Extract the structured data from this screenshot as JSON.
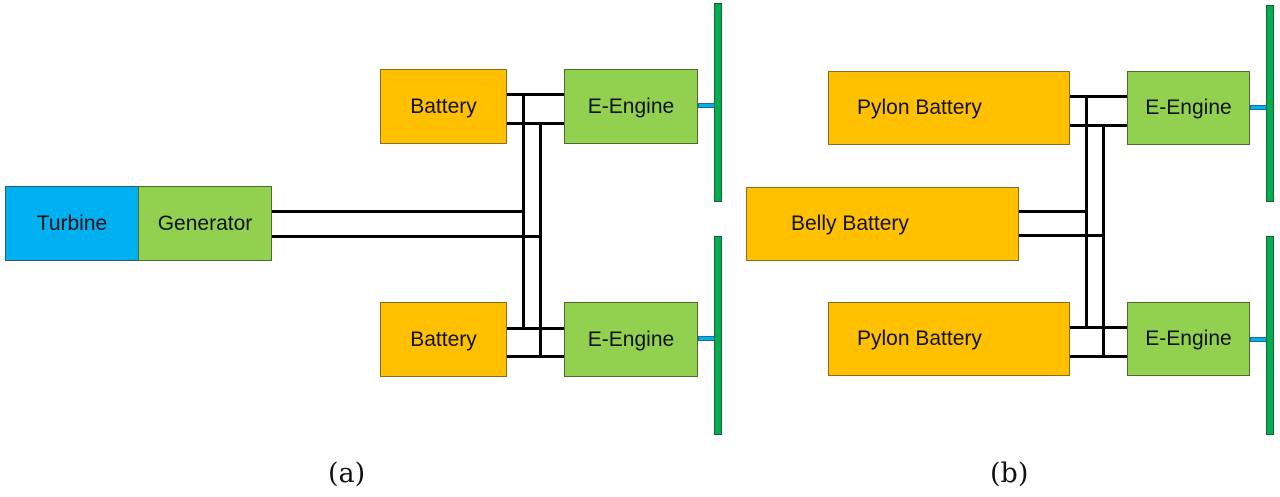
{
  "colors": {
    "battery": "#FFC000",
    "e_engine": "#92D050",
    "generator": "#92D050",
    "turbine": "#00B0F0",
    "propeller": "#00B050",
    "shaft": "#00B0F0",
    "wire": "#000000"
  },
  "panel_a": {
    "caption": "(a)",
    "turbine_label": "Turbine",
    "generator_label": "Generator",
    "top_battery_label": "Battery",
    "bottom_battery_label": "Battery",
    "top_engine_label": "E-Engine",
    "bottom_engine_label": "E-Engine"
  },
  "panel_b": {
    "caption": "(b)",
    "top_battery_label": "Pylon Battery",
    "belly_battery_label": "Belly Battery",
    "bottom_battery_label": "Pylon Battery",
    "top_engine_label": "E-Engine",
    "bottom_engine_label": "E-Engine"
  }
}
